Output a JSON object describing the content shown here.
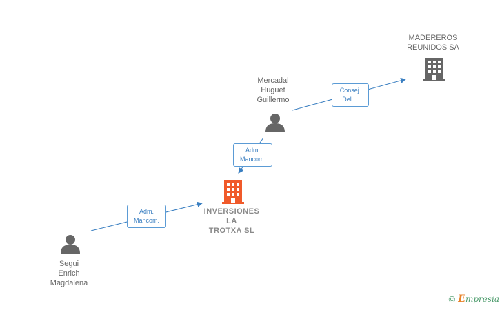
{
  "nodes": {
    "madereros": {
      "label": "MADEREROS\nREUNIDOS SA",
      "type": "company",
      "color": "#666666"
    },
    "mercadal": {
      "label": "Mercadal\nHuguet\nGuillermo",
      "type": "person",
      "color": "#666666"
    },
    "inversiones": {
      "label": "INVERSIONES\nLA\nTROTXA SL",
      "type": "company",
      "color": "#f05a2a"
    },
    "segui": {
      "label": "Segui\nEnrich\nMagdalena",
      "type": "person",
      "color": "#666666"
    }
  },
  "edges": {
    "mercadal_madereros": {
      "label": "Consej.\nDel...."
    },
    "mercadal_inversiones": {
      "label": "Adm.\nMancom."
    },
    "segui_inversiones": {
      "label": "Adm.\nMancom."
    }
  },
  "colors": {
    "edge": "#3a7fc1",
    "person": "#666666",
    "company": "#666666",
    "focus_company": "#f05a2a"
  },
  "brand": {
    "copyright": "©",
    "initial": "E",
    "rest": "mpresia"
  }
}
